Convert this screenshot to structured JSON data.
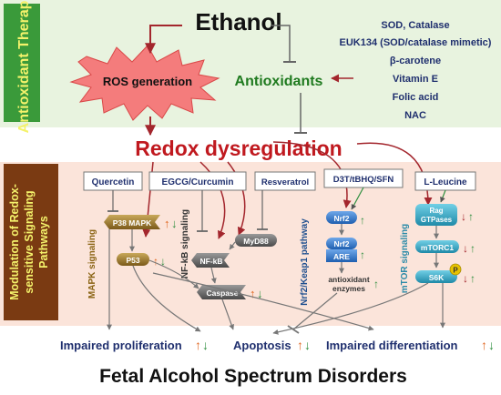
{
  "colors": {
    "top_band_bg": "#e8f3df",
    "bottom_band_bg": "#fbe4da",
    "left_tab_green": "#3a9a3a",
    "left_tab_brown": "#7a3a12",
    "tab_text_yellow": "#f4f26b",
    "redox_red": "#c0191f",
    "antioxidants_green": "#1f7a1f",
    "navy": "#1f2f6e",
    "arrow_red": "#a3262d",
    "up_arrow": "#e0661f",
    "down_arrow": "#2f8f3f"
  },
  "top_section": {
    "side_tab": "Antioxidant Therapy",
    "ethanol": "Ethanol",
    "ros_generation": "ROS generation",
    "antioxidants": "Antioxidants",
    "therapy_list": [
      "SOD, Catalase",
      "EUK134 (SOD/catalase mimetic)",
      "β-carotene",
      "Vitamin E",
      "Folic acid",
      "NAC"
    ]
  },
  "redox": "Redox dysregulation",
  "bottom_section": {
    "side_tab_line1": "Modulation of Redox-",
    "side_tab_line2": "sensitive Signaling",
    "side_tab_line3": "Pathways",
    "compounds": [
      "Quercetin",
      "EGCG/Curcumin",
      "Resveratrol",
      "D3T/tBHQ/SFN",
      "L-Leucine"
    ],
    "pathway_labels": {
      "mapk": "MAPK signaling",
      "nfkb": "NF-kB signaling",
      "nrf2": "Nrf2/Keap1 pathway",
      "mtor": "mTOR signaling"
    },
    "nodes": {
      "p38": "P38 MAPK",
      "p53": "P53",
      "myd88": "MyD88",
      "nfkb": "NF-kB",
      "caspase": "Caspase",
      "nrf2_top": "Nrf2",
      "nrf2_bottom": "Nrf2",
      "are": "ARE",
      "antioxidant_enzymes_1": "antioxidant",
      "antioxidant_enzymes_2": "enzymes",
      "rag_1": "Rag",
      "rag_2": "GTPases",
      "mtorc1": "mTORC1",
      "s6k": "S6K",
      "p_badge": "P"
    }
  },
  "outcomes": {
    "impaired_proliferation": "Impaired proliferation",
    "apoptosis": "Apoptosis",
    "impaired_differentiation": "Impaired differentiation"
  },
  "final": "Fetal Alcohol Spectrum Disorders"
}
